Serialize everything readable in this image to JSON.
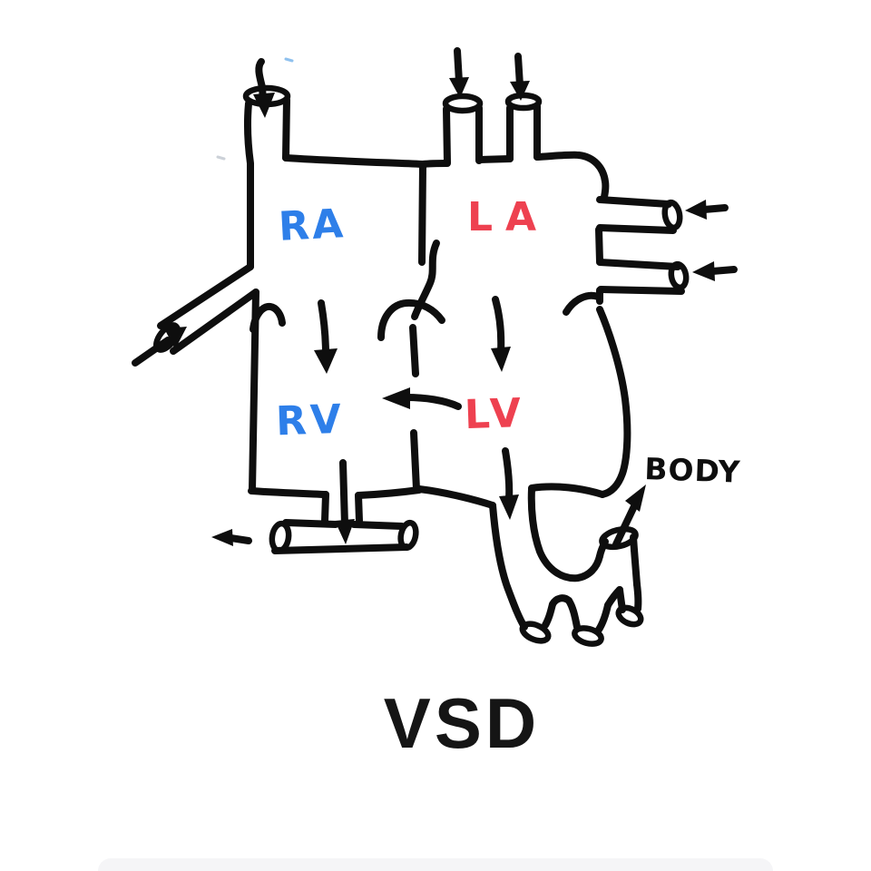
{
  "title": "VSD",
  "colors": {
    "ink": "#0e0e0e",
    "right_heart_blue": "#2e7fe9",
    "left_heart_red": "#ee4150",
    "background": "#ffffff"
  },
  "chambers": {
    "right_atrium": {
      "label": "RA",
      "color": "#2e7fe9"
    },
    "left_atrium": {
      "label": "LA",
      "color": "#ee4150"
    },
    "right_ventricle": {
      "label": "RV",
      "color": "#2e7fe9"
    },
    "left_ventricle": {
      "label": "LV",
      "color": "#ee4150"
    }
  },
  "annotations": {
    "body_label": "BODY"
  }
}
